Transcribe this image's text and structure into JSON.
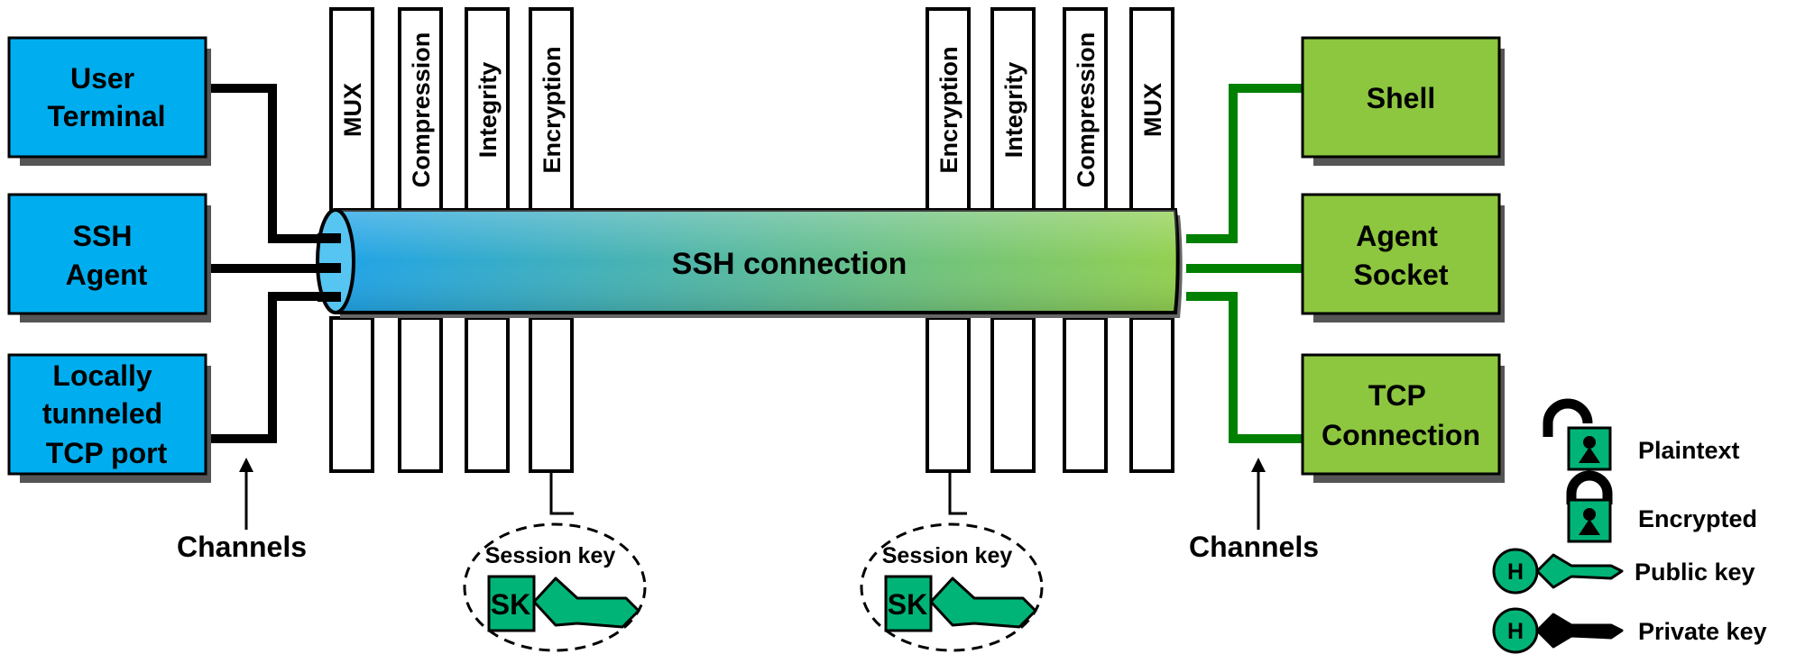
{
  "colors": {
    "left_box": "#00aeef",
    "right_box": "#8dc63f",
    "right_line": "#008000",
    "key_green": "#00b478",
    "tube_start": "#1fa3e8",
    "tube_end": "#92d050"
  },
  "left_boxes": [
    {
      "lines": [
        "User",
        "Terminal"
      ]
    },
    {
      "lines": [
        "SSH",
        "Agent"
      ]
    },
    {
      "lines": [
        "Locally",
        "tunneled",
        "TCP port"
      ]
    }
  ],
  "right_boxes": [
    {
      "lines": [
        "Shell"
      ]
    },
    {
      "lines": [
        "Agent",
        "Socket"
      ]
    },
    {
      "lines": [
        "TCP",
        "Connection"
      ]
    }
  ],
  "left_layers": [
    "MUX",
    "Compression",
    "Integrity",
    "Encryption"
  ],
  "right_layers": [
    "Encryption",
    "Integrity",
    "Compression",
    "MUX"
  ],
  "connection_label": "SSH connection",
  "channels_label": "Channels",
  "session_key_label": "Session key",
  "sk_label": "SK",
  "legend": {
    "plaintext": "Plaintext",
    "encrypted": "Encrypted",
    "public_key": "Public key",
    "private_key": "Private key",
    "h_label": "H"
  }
}
